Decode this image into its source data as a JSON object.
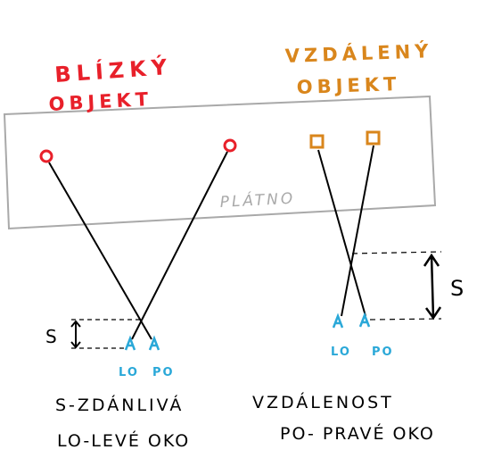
{
  "near_object": {
    "line1": "BLÍZKÝ",
    "line2": "OBJEKT",
    "color": "#e8202a"
  },
  "far_object": {
    "line1": "VZDÁLENÝ",
    "line2": "OBJEKT",
    "color": "#d9861c"
  },
  "screen": {
    "label": "PLÁTNO",
    "color": "#a9a9a9"
  },
  "eyes": {
    "left_label": "LO",
    "right_label": "PO",
    "color": "#2aa8d8"
  },
  "separation_label": "S",
  "legend": {
    "line1_left": "S-ZDÁNLIVÁ",
    "line1_right": "VZDÁLENOST",
    "line2_left": "LO-LEVÉ OKO",
    "line2_right": "PO- PRAVÉ OKO"
  }
}
